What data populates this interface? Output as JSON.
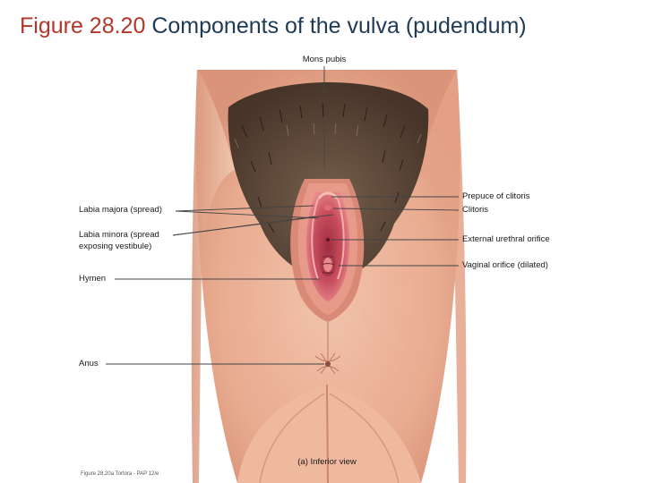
{
  "title": {
    "figure_number": "Figure 28.20",
    "caption": "Components of the vulva (pudendum)"
  },
  "labels": {
    "mons_pubis": "Mons pubis",
    "labia_majora": "Labia majora (spread)",
    "labia_minora_line1": "Labia minora (spread",
    "labia_minora_line2": "exposing vestibule)",
    "hymen": "Hymen",
    "anus": "Anus",
    "prepuce_of_clitoris": "Prepuce of clitoris",
    "clitoris": "Clitoris",
    "external_urethral_orifice": "External urethral orifice",
    "vaginal_orifice": "Vaginal orifice (dilated)",
    "view": "(a) Inferior view"
  },
  "credit": "Figure 28.20a  Tortora - PAP 12/e",
  "colors": {
    "title_number": "#b2372a",
    "title_text": "#1f3a56",
    "skin": "#eab39a",
    "skin_shadow": "#c9876b",
    "hair": "#4a3b2e",
    "mucosa": "#c2485a",
    "leader_line": "#444444"
  }
}
